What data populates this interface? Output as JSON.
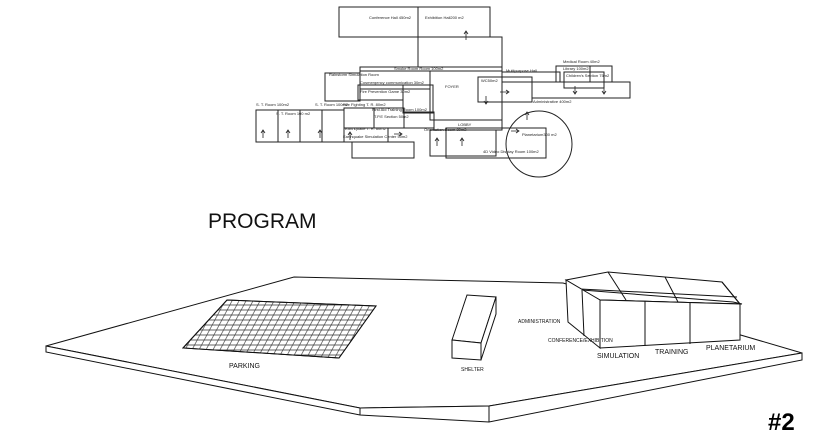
{
  "plan": {
    "conference_hall": "Conference Hall 450m2",
    "exhibition_hall": "Exhibition Hall200 m2",
    "smoke_room": "Smoke Room Room 100m2",
    "rainstorm": "Rainstorm Simulation Room",
    "emergency": "Cosmergency communication 30m2",
    "fire_prevention": "Fire Prevention Game 30m2",
    "st_room_left": "S. T. Room 100m2",
    "st_room_mid": "S. T. Room 100m2",
    "st_room_small": "S. T. Room 100 m2",
    "fire_fighting": "Fire Fighting T. R. 80m2",
    "first_aid": "First Aid Training Room 100m2",
    "tpe_section": "T.P.E Section 50m2",
    "earthquake_tr": "Earthquake T. R. 60m2",
    "earthquake_sim": "Earthquake Simulation Center 50m2",
    "foyer": "FOYER",
    "wc": "WC50m2",
    "multipurpose": "Multipurpose Hall",
    "library": "Library 100m2",
    "medical": "Medical Room 40m2",
    "childrens": "Children's Section 75m2",
    "administrative": "Administrative 400m2",
    "lobby": "LOBBY",
    "orientation": "Orientation Room 80m2",
    "planetarium": "Planetarium300 m2",
    "video_room": "4D Video Display Room 100m2"
  },
  "program_title": "PROGRAM",
  "site": {
    "parking": "PARKING",
    "shelter": "SHELTER",
    "administration": "ADMINISTRATION",
    "conference": "CONFERENCE/EXHIBITION",
    "simulation": "SIMULATION",
    "training": "TRAINING",
    "planetarium": "PLANETARIUM"
  },
  "sheet_tag": "#2"
}
